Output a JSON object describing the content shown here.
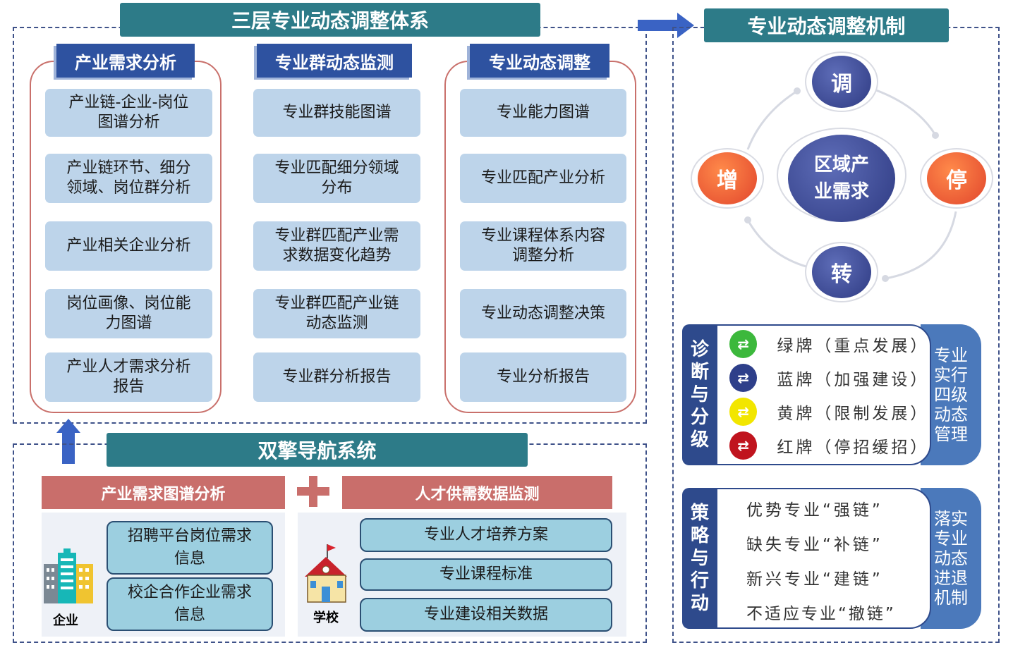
{
  "top": {
    "title": "三层专业动态调整体系",
    "columns": [
      {
        "header": "产业需求分析",
        "items": [
          "产业链-企业-岗位\n图谱分析",
          "产业链环节、细分\n领域、岗位群分析",
          "产业相关企业分析",
          "岗位画像、岗位能\n力图谱",
          "产业人才需求分析\n报告"
        ]
      },
      {
        "header": "专业群动态监测",
        "items": [
          "专业群技能图谱",
          "专业匹配细分领域\n分布",
          "专业群匹配产业需\n求数据变化趋势",
          "专业群匹配产业链\n动态监测",
          "专业群分析报告"
        ]
      },
      {
        "header": "专业动态调整",
        "items": [
          "专业能力图谱",
          "专业匹配产业分析",
          "专业课程体系内容\n调整分析",
          "专业动态调整决策",
          "专业分析报告"
        ]
      }
    ]
  },
  "bottom": {
    "title": "双擎导航系统",
    "left_header": "产业需求图谱分析",
    "right_header": "人才供需数据监测",
    "enterprise_label": "企业",
    "school_label": "学校",
    "enterprise_items": [
      "招聘平台岗位需求\n信息",
      "校企合作企业需求\n信息"
    ],
    "school_items": [
      "专业人才培养方案",
      "专业课程标准",
      "专业建设相关数据"
    ]
  },
  "mechanism": {
    "title": "专业动态调整机制",
    "center": "区域产\n业需求",
    "nodes": {
      "top": "调",
      "left": "增",
      "right": "停",
      "bottom": "转"
    },
    "diagnosis": {
      "tag": [
        "诊",
        "断",
        "与",
        "分",
        "级"
      ],
      "grades": [
        {
          "text": "绿牌（重点发展）",
          "color": "#3cb83c"
        },
        {
          "text": "蓝牌（加强建设）",
          "color": "#2e3f8a"
        },
        {
          "text": "黄牌（限制发展）",
          "color": "#f2e600"
        },
        {
          "text": "红牌（停招缓招）",
          "color": "#c0141e"
        }
      ],
      "side": "专业\n实行\n四级\n动态\n管理"
    },
    "strategy": {
      "tag": [
        "策",
        "略",
        "与",
        "行",
        "动"
      ],
      "items": [
        "优势专业“强链”",
        "缺失专业“补链”",
        "新兴专业“建链”",
        "不适应专业“撤链”"
      ],
      "side": "落实\n专业\n动态\n进退\n机制"
    }
  },
  "colors": {
    "teal": "#2d7b88",
    "navy": "#2e52a0",
    "light_blue": "#bdd4ea",
    "red_bar": "#c96e6b",
    "orange": "#ef6a3a",
    "purple": "#3b4a9a"
  }
}
